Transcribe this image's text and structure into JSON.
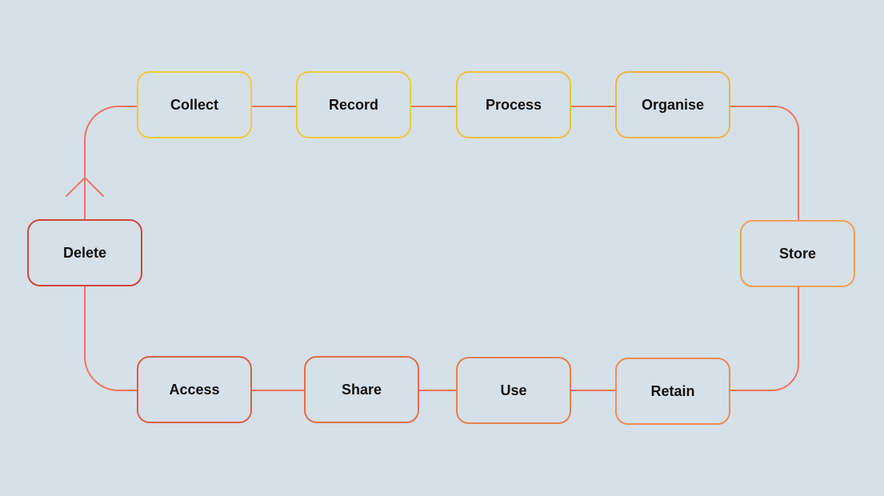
{
  "diagram": {
    "type": "lifecycle-cycle",
    "stages": [
      {
        "id": "collect",
        "label": "Collect",
        "color": "#f0cc3a"
      },
      {
        "id": "record",
        "label": "Record",
        "color": "#f0c840"
      },
      {
        "id": "process",
        "label": "Process",
        "color": "#efc142"
      },
      {
        "id": "organise",
        "label": "Organise",
        "color": "#eeb448"
      },
      {
        "id": "store",
        "label": "Store",
        "color": "#eda256"
      },
      {
        "id": "retain",
        "label": "Retain",
        "color": "#e98d52"
      },
      {
        "id": "use",
        "label": "Use",
        "color": "#e5804e"
      },
      {
        "id": "share",
        "label": "Share",
        "color": "#e0714a"
      },
      {
        "id": "access",
        "label": "Access",
        "color": "#db6045"
      },
      {
        "id": "delete",
        "label": "Delete",
        "color": "#d24640"
      }
    ],
    "connector_color": "#ef7660",
    "background": "#d6e0e9"
  }
}
